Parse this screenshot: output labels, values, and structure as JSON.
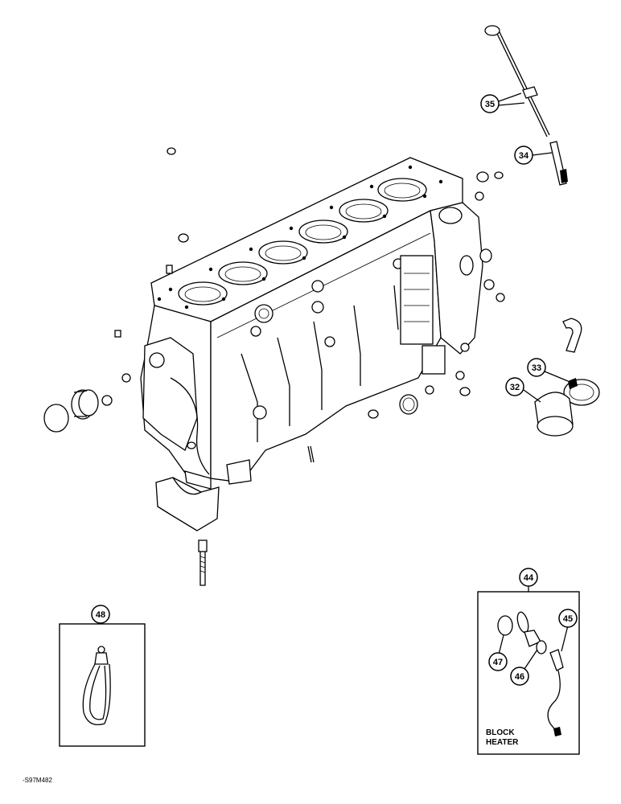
{
  "callouts": {
    "c35": "35",
    "c34": "34",
    "c33": "33",
    "c32": "32",
    "c44": "44",
    "c45": "45",
    "c46": "46",
    "c47": "47",
    "c48": "48"
  },
  "block_heater_label": {
    "line1": "BLOCK",
    "line2": "HEATER"
  },
  "figure_ref": "-S97M482"
}
